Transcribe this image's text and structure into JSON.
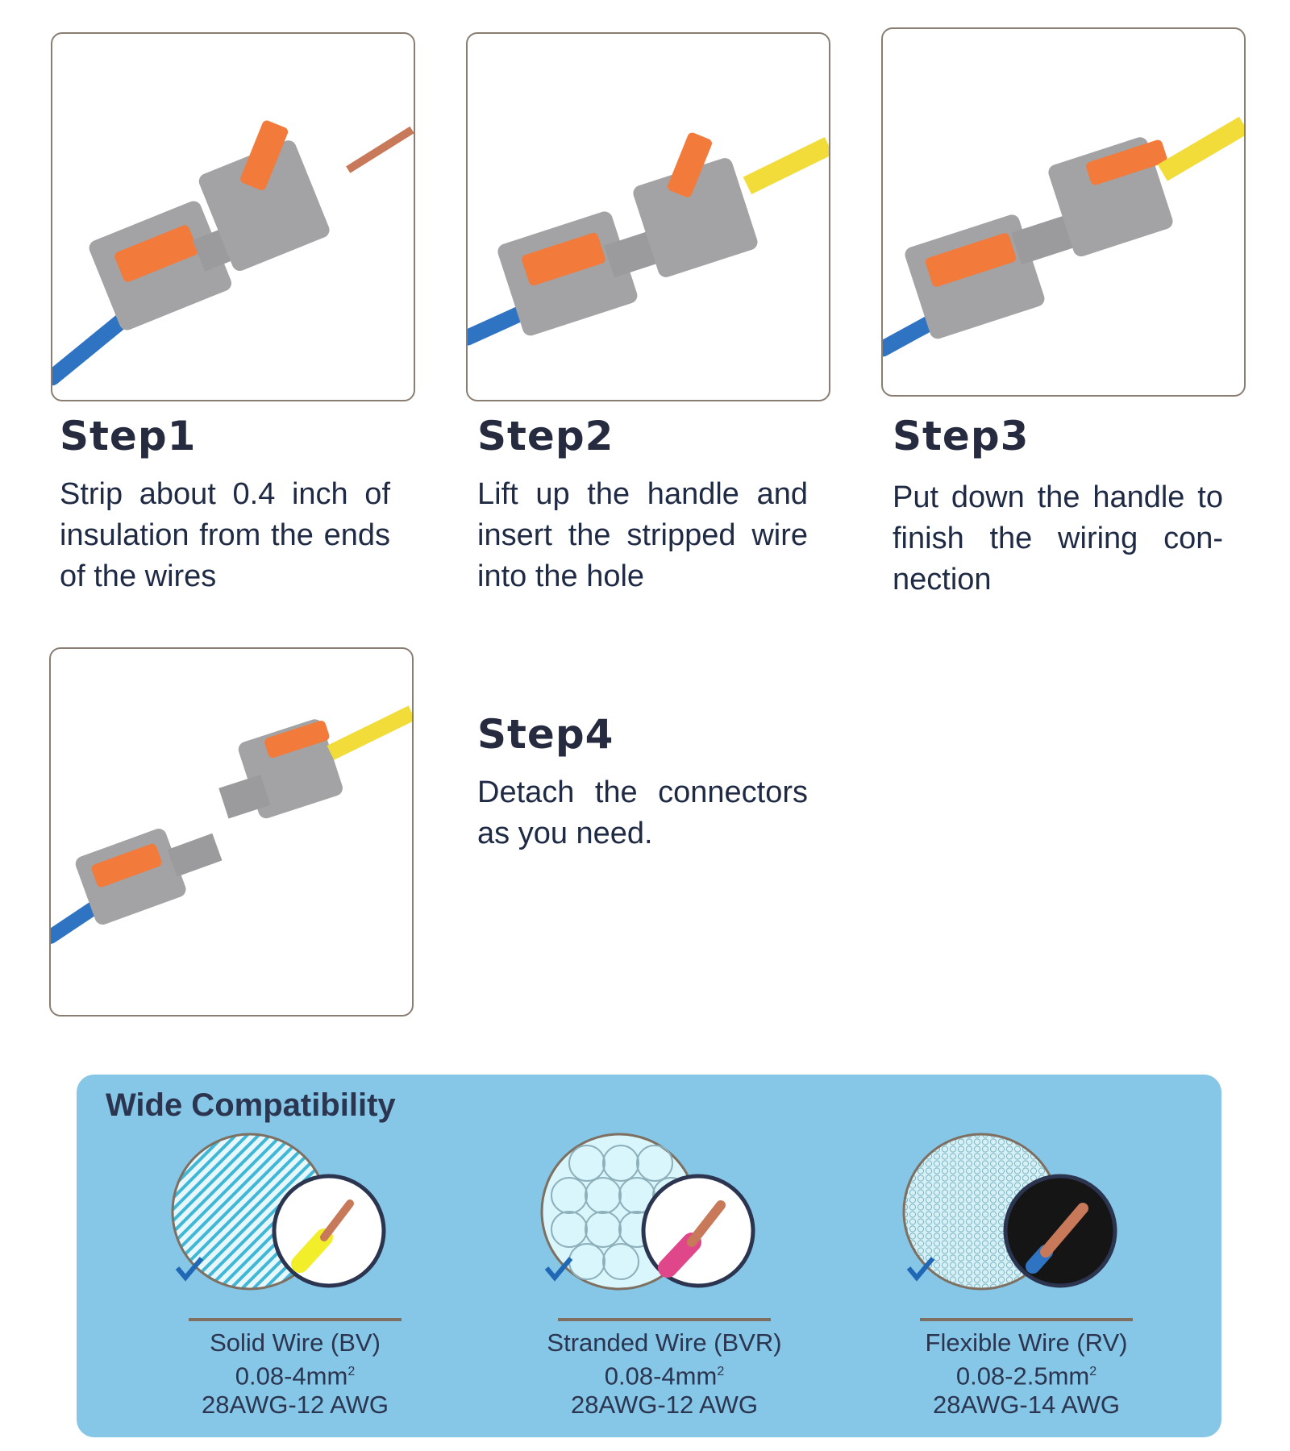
{
  "steps": [
    {
      "title": "Step1",
      "text": "Strip about 0.4 inch of insulation from the ends of the wires"
    },
    {
      "title": "Step2",
      "text": "Lift up the handle and insert the stripped wire into the hole"
    },
    {
      "title": "Step3",
      "text": "Put down the handle to finish the wiring con-nection"
    },
    {
      "title": "Step4",
      "text": "Detach the connectors as you need."
    }
  ],
  "compatibility": {
    "title": "Wide Compatibility",
    "wires": [
      {
        "name": "Solid Wire (BV)",
        "range": "0.08-4mm",
        "sup": "2",
        "awg": "28AWG-12 AWG",
        "check_icon": "checkmark-icon"
      },
      {
        "name": "Stranded Wire (BVR)",
        "range": "0.08-4mm",
        "sup": "2",
        "awg": "28AWG-12 AWG",
        "check_icon": "checkmark-icon"
      },
      {
        "name": "Flexible Wire (RV)",
        "range": "0.08-2.5mm",
        "sup": "2",
        "awg": "28AWG-14 AWG",
        "check_icon": "checkmark-icon"
      }
    ]
  },
  "colors": {
    "panel": "#86c6e6",
    "orange_lever": "#f27a3a",
    "connector_gray": "#a3a3a5",
    "blue_wire": "#2f74c2",
    "yellow_wire": "#f2dc3a",
    "copper": "#c8795a"
  }
}
